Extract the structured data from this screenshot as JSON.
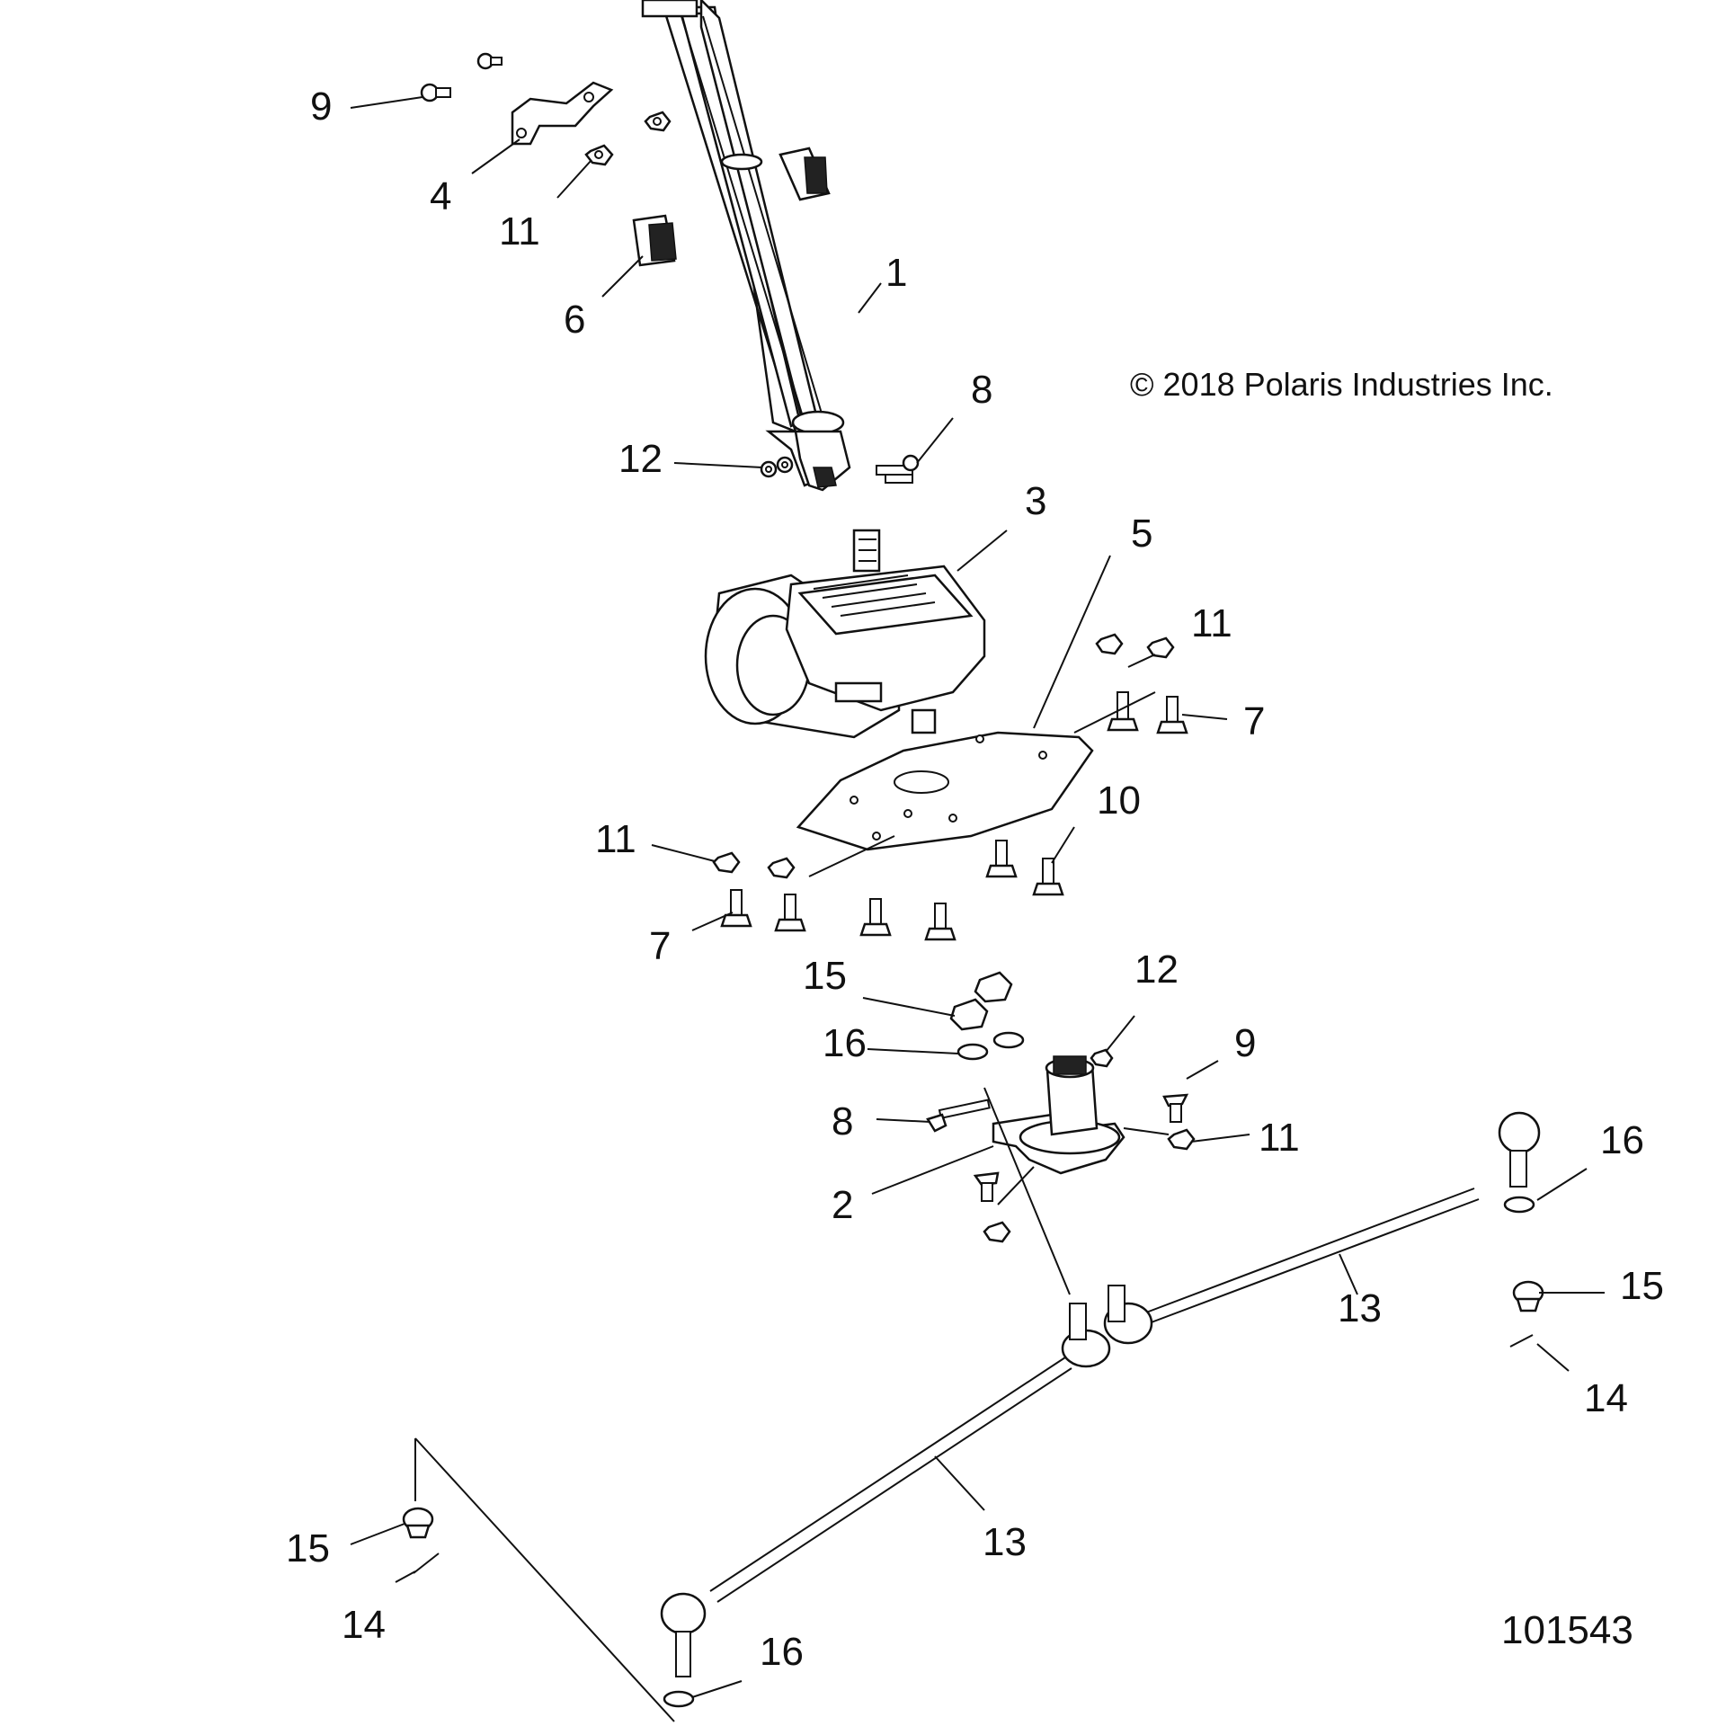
{
  "diagram": {
    "copyright": "© 2018 Polaris Industries Inc.",
    "figure_number": "101543",
    "callouts": {
      "steering_shaft": "1",
      "mount_bracket": "2",
      "steering_gearbox": "3",
      "clamp": "4",
      "mount_plate": "5",
      "bushing": "6",
      "bolt_upper": "7",
      "bolt_lower": "7",
      "bolt_shaft": "8",
      "bolt_bracket": "8",
      "screw_clamp": "9",
      "screw_bracket": "9",
      "bolt_plate": "10",
      "nut_clamp": "11",
      "nut_plate_upper": "11",
      "nut_plate_lower": "11",
      "nut_bracket": "11",
      "nut_shaft": "12",
      "nut_bracket_top": "12",
      "tie_rod_right": "13",
      "tie_rod_left": "13",
      "cotter_pin_right": "14",
      "cotter_pin_left": "14",
      "castle_nut_center": "15",
      "castle_nut_right": "15",
      "castle_nut_left": "15",
      "washer_center": "16",
      "washer_right": "16",
      "washer_left": "16"
    }
  }
}
